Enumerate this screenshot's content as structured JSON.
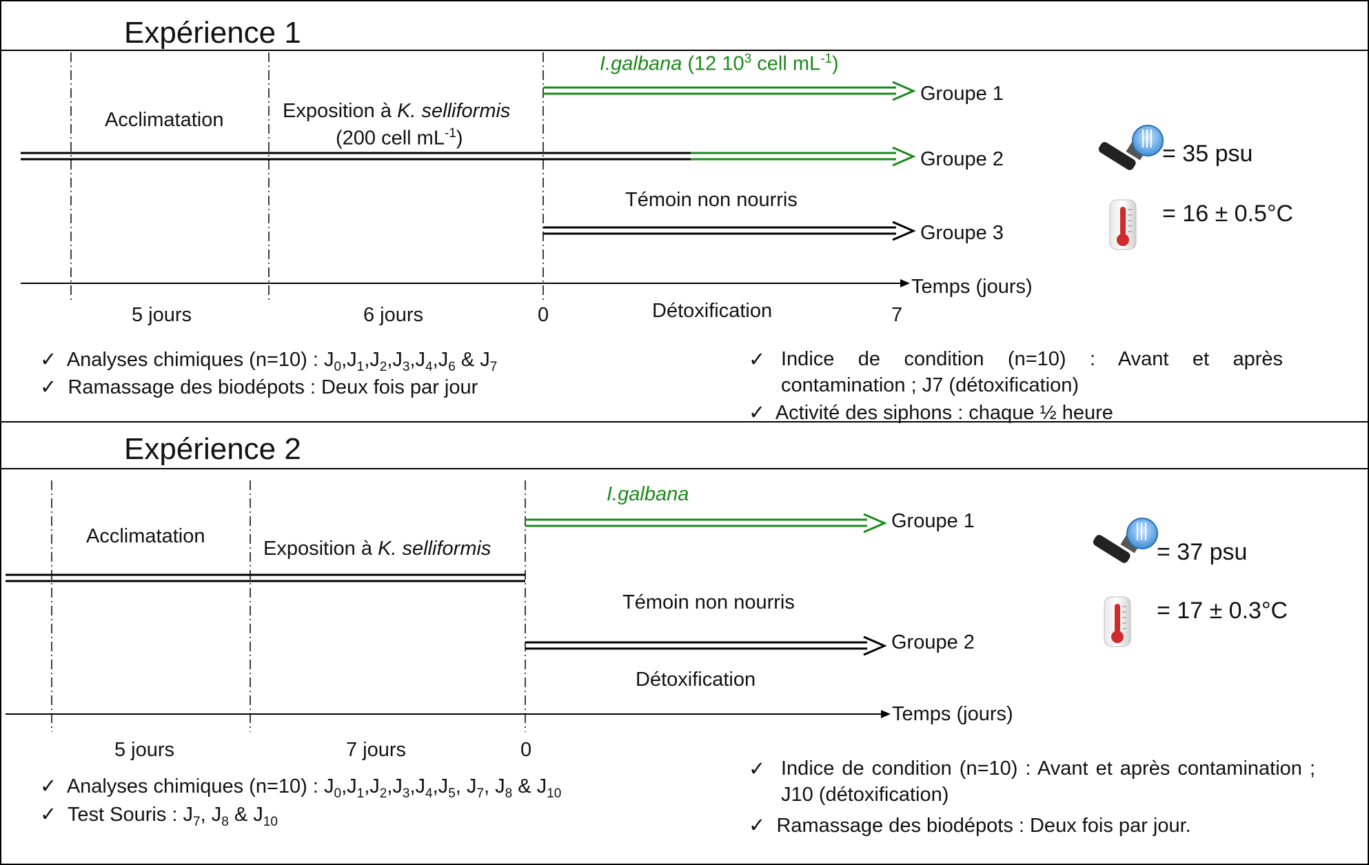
{
  "exp1": {
    "title": "Expérience 1",
    "phase_acclim": "Acclimatation",
    "phase_expo": "Exposition à",
    "phase_expo_species": "K. selliformis",
    "dose_a": "(200  cell mL",
    "dose_sup": "-1",
    "dose_b": ")",
    "feed_species": "I.galbana",
    "feed_dose_a": " (12 10",
    "feed_dose_sup1": "3",
    "feed_dose_b": " cell mL",
    "feed_dose_sup2": "-1",
    "feed_dose_c": ")",
    "group1": "Groupe 1",
    "group2": "Groupe 2",
    "group3": "Groupe 3",
    "control": "Témoin non nourris",
    "time_label": "Temps (jours)",
    "dur_acclim": "5 jours",
    "dur_expo": "6 jours",
    "t0": "0",
    "t_end": "7",
    "detox": "Détoxification",
    "salinity": "= 35 psu",
    "temperature": "= 16 ± 0.5°C",
    "bullets_left": [
      {
        "pre": "Analyses chimiques (n=10) : ",
        "items": [
          [
            "J",
            "0"
          ],
          [
            "J",
            "1"
          ],
          [
            "J",
            "2"
          ],
          [
            "J",
            "3"
          ],
          [
            "J",
            "4"
          ],
          [
            "J",
            "6"
          ]
        ],
        "last": [
          "J",
          "7"
        ]
      },
      {
        "text": "Ramassage des biodépots : Deux fois par jour"
      }
    ],
    "bullet_cond": "Indice de condition (n=10) : Avant et après contamination ; J7 (détoxification)",
    "bullet_siphon": " Activité des siphons : chaque ½ heure"
  },
  "exp2": {
    "title": "Expérience 2",
    "phase_acclim": "Acclimatation",
    "phase_expo": "Exposition à",
    "phase_expo_species": "K. selliformis",
    "feed_species": "I.galbana",
    "group1": "Groupe 1",
    "group2": "Groupe 2",
    "control": "Témoin non nourris",
    "detox": "Détoxification",
    "time_label": "Temps (jours)",
    "dur_acclim": "5 jours",
    "dur_expo": "7 jours",
    "t0": "0",
    "salinity": "= 37 psu",
    "temperature": "= 17 ± 0.3°C",
    "bullet_chem_pre": "Analyses chimiques (n=10) : ",
    "bullet_mouse_pre": "Test Souris :  ",
    "bullet_cond": "Indice de condition (n=10) : Avant et après contamination ; J10 (détoxification)",
    "bullet_biodep": "Ramassage des biodépots : Deux fois par jour."
  },
  "glyphs": {
    "check": "✓",
    "and": "&"
  },
  "colors": {
    "green": "#1a8a1a",
    "black": "#000000"
  },
  "icons": [
    "refractometer-icon",
    "thermometer-icon"
  ]
}
